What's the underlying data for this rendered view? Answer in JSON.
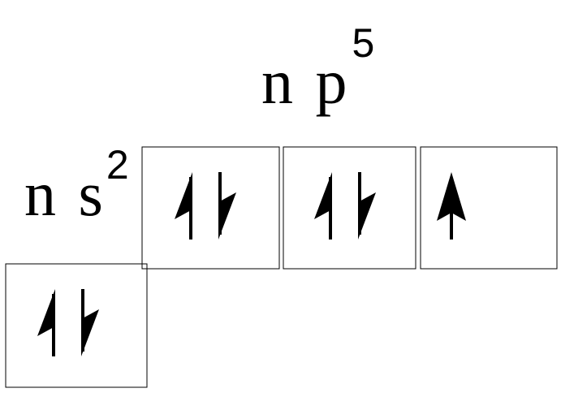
{
  "p_subshell": {
    "label": "n p",
    "superscript": "5",
    "orbitals": [
      {
        "electrons": 2,
        "spins": [
          "up",
          "down"
        ]
      },
      {
        "electrons": 2,
        "spins": [
          "up",
          "down"
        ]
      },
      {
        "electrons": 1,
        "spins": [
          "up"
        ]
      }
    ]
  },
  "s_subshell": {
    "label": "n s",
    "superscript": "2",
    "orbitals": [
      {
        "electrons": 2,
        "spins": [
          "up",
          "down"
        ]
      }
    ]
  },
  "colors": {
    "stroke": "#000000",
    "background": "#ffffff"
  },
  "icons": {
    "up": "half-arrow-up-icon",
    "down": "half-arrow-down-icon",
    "full_up": "arrow-up-icon"
  }
}
